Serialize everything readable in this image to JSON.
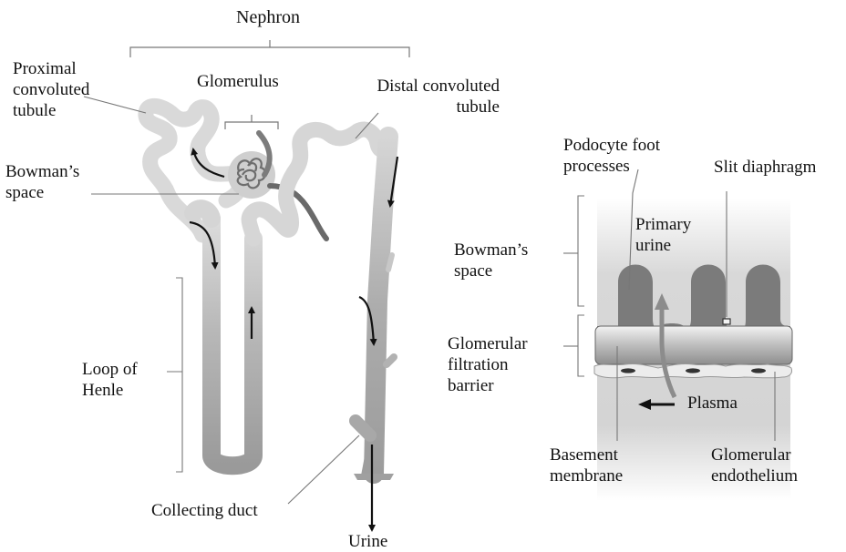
{
  "title": "Nephron",
  "nephron_labels": {
    "glomerulus": "Glomerulus",
    "proximal": [
      "Proximal",
      "convoluted",
      "tubule"
    ],
    "distal": [
      "Distal convoluted",
      "tubule"
    ],
    "bowmans_space": [
      "Bowman’s",
      "space"
    ],
    "loop_of_henle": [
      "Loop of",
      "Henle"
    ],
    "collecting_duct": "Collecting duct",
    "urine": "Urine"
  },
  "filtration_labels": {
    "podocyte": [
      "Podocyte foot",
      "processes"
    ],
    "slit_diaphragm": "Slit diaphragm",
    "primary_urine": [
      "Primary",
      "urine"
    ],
    "bowmans_space": [
      "Bowman’s",
      "space"
    ],
    "barrier": [
      "Glomerular",
      "filtration",
      "barrier"
    ],
    "plasma": "Plasma",
    "basement_membrane": [
      "Basement",
      "membrane"
    ],
    "endothelium": [
      "Glomerular",
      "endothelium"
    ]
  },
  "colors": {
    "tubule_light": "#d9d9d9",
    "tubule_mid": "#bdbdbd",
    "duct": "#a6a6a6",
    "glomerulus_vessel": "#6e6e6e",
    "podocyte": "#7a7a7a",
    "barrier_light": "#e3e3e3",
    "arrow": "#111111"
  }
}
